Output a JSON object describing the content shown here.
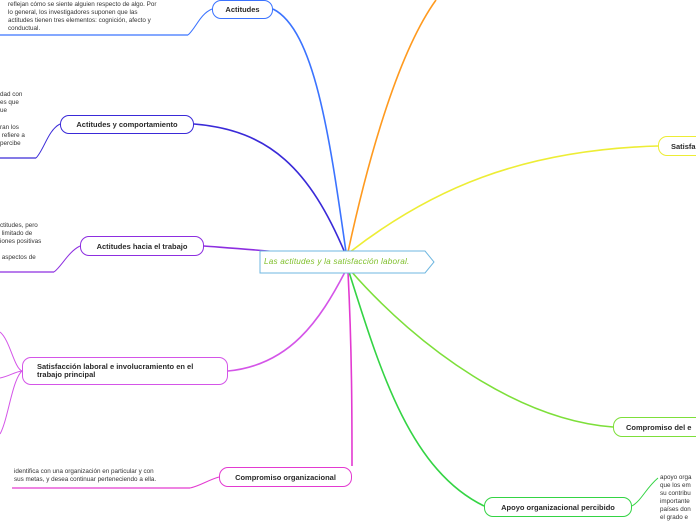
{
  "central_topic": "Las actitudes y la satisfacción laboral.",
  "colors": {
    "actitudes": "#3b73ff",
    "comportamiento": "#3a2ad8",
    "trabajo": "#8d2ee0",
    "satisfaccion_inv": "#d455e8",
    "compromiso": "#e33ad1",
    "apoyo": "#34d444",
    "compromiso_e": "#7ddf3a",
    "satisfaccion_r": "#eded35",
    "orange": "#ff9a1f",
    "center_border": "#6fb7e0",
    "center_text": "#7fbf2a"
  },
  "nodes": {
    "actitudes": "Actitudes",
    "comportamiento": "Actitudes y comportamiento",
    "trabajo": "Actitudes hacia el trabajo",
    "satisfaccion_inv": "Satisfacción laboral e involucramiento en el\ntrabajo principal",
    "compromiso": "Compromiso organizacional",
    "apoyo": "Apoyo organizacional percibido",
    "compromiso_e": "Compromiso del e",
    "satisfaccion_r": "Satisfa"
  },
  "notes": {
    "actitudes": "reflejan cómo se siente alguien respecto de algo. Por\nlo general, los investigadores suponen que las\nactitudes tienen tres elementos: cognición, afecto y\nconductual.",
    "comportamiento_a": "dad con\nes que\nue",
    "comportamiento_b": "ran los\n refiere a\npercibe",
    "trabajo_a": "ctitudes, pero\n limitado de\niones positivas",
    "trabajo_b": " aspectos de",
    "compromiso": "identifica con una organización en particular y con\nsus metas, y desea continuar perteneciendo a ella.",
    "apoyo": "apoyo orga\nque los em\nsu contribu\nimportante\npaíses don\nel grado e"
  }
}
